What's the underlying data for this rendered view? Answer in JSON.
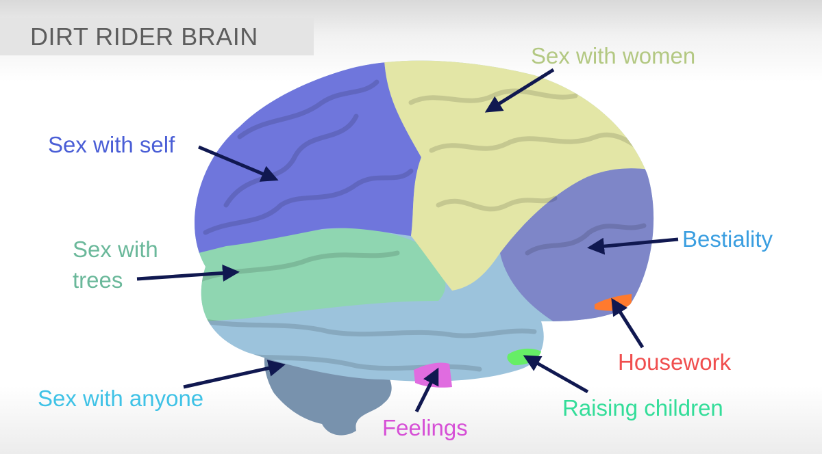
{
  "title": "DIRT RIDER BRAIN",
  "labels": {
    "women": "Sex with women",
    "self": "Sex with self",
    "trees_1": "Sex with",
    "trees_2": "trees",
    "bestiality": "Bestiality",
    "housework": "Housework",
    "anyone": "Sex with anyone",
    "raising": "Raising children",
    "feelings": "Feelings"
  },
  "colors": {
    "frontal": "#6f76dc",
    "parietal": "#e3e6a6",
    "occipital": "#7e86c8",
    "insula": "#8fd6b1",
    "temporal": "#9cc3dc",
    "cerebellum": "#7892ad",
    "housework_region": "#ff7a2e",
    "raising_region": "#66ee66",
    "feelings_region": "#e06ce0",
    "arrow": "#101850",
    "label_women": "#b3c882",
    "label_self": "#4a5ed6",
    "label_trees": "#6ab89a",
    "label_bestiality": "#3a9ee0",
    "label_housework": "#f04e4e",
    "label_anyone": "#3fc2e6",
    "label_raising": "#33dd99",
    "label_feelings": "#d64fd6"
  }
}
